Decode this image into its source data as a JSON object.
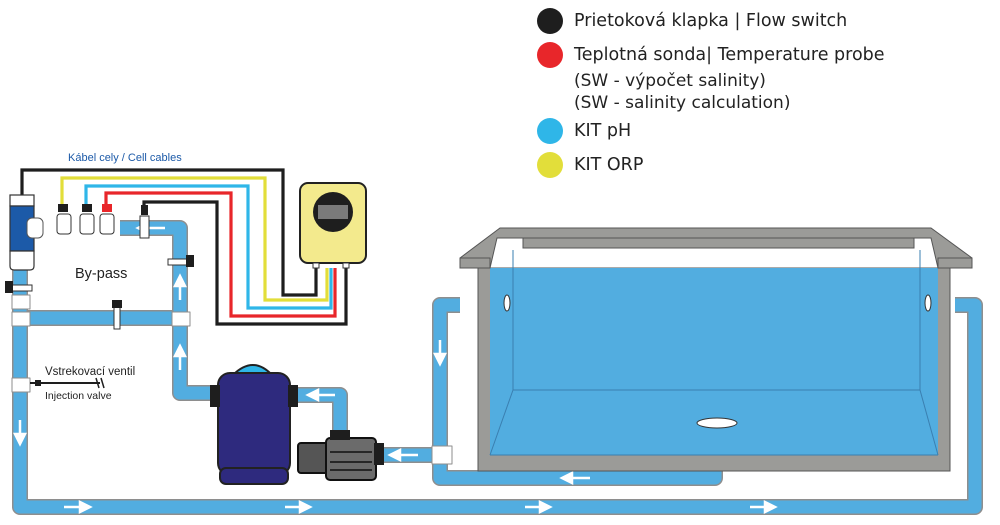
{
  "legend": {
    "items": [
      {
        "id": "flow-switch",
        "color": "#1e1e1e",
        "label": "Prietoková klapka | Flow switch",
        "sub": []
      },
      {
        "id": "temperature-probe",
        "color": "#e8262a",
        "label": "Teplotná sonda| Temperature probe",
        "sub": [
          "(SW - výpočet salinity)",
          "(SW - salinity calculation)"
        ]
      },
      {
        "id": "kit-ph",
        "color": "#2fb6e8",
        "label": "KIT pH",
        "sub": []
      },
      {
        "id": "kit-orp",
        "color": "#e2de3a",
        "label": "KIT ORP",
        "sub": []
      }
    ]
  },
  "labels": {
    "cell_cables": "Kábel cely / Cell cables",
    "bypass": "By-pass",
    "injection_valve_sk": "Vstrekovací ventil",
    "injection_valve_en": "Injection valve"
  },
  "colors": {
    "pipe": "#52ade0",
    "pipe_outline": "#9a9a9a",
    "pool_water": "#52ade0",
    "pool_wall": "#9b9b98",
    "filter": "#2e2a7e",
    "controller": "#f3ea8d",
    "cable_black": "#1e1e1e",
    "cable_red": "#e8262a",
    "cable_blue": "#2fb6e8",
    "cable_yellow": "#e2de3a"
  }
}
